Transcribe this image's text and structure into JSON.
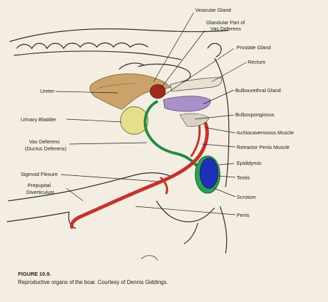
{
  "labels": {
    "vesicular_gland": "Vesicular Gland",
    "glandular_part_1": "Glandular Part of",
    "glandular_part_2": "Vas Deferens",
    "prostate_gland": "Prostate Gland",
    "rectum": "Rectum",
    "ureter": "Ureter",
    "bulbourethral_gland": "Bulbourethral Gland",
    "urinary_bladder": "Urinary Bladder",
    "bulbospongiosus": "Bulbospongiosus",
    "ischiocavernosus": "Ischiocavernosus Muscle",
    "vas_deferens_1": "Vas Deferens",
    "vas_deferens_2": "(Ductus Deferens)",
    "retractor_penis": "Retractor Penis Muscle",
    "epididymis": "Epididymis",
    "sigmoid_flexure": "Sigmoid Flexure",
    "testis": "Testis",
    "preputial_1": "Prepupital",
    "preputial_2": "Diverticulum",
    "scrotum": "Scrotum",
    "penis": "Penis"
  },
  "caption": {
    "figure_number": "FIGURE 10.9.",
    "text": "Reproductive organs of the boar. Courtesy of Dennis Giddings."
  },
  "colors": {
    "paper": "#f4eee2",
    "ink": "#1a1a1a",
    "vesicular_gland": "#c9a36a",
    "prostate": "#a4281e",
    "urinary_bladder": "#e6df8a",
    "vas_deferens": "#1f8c3e",
    "testis": "#1f2fb8",
    "penis": "#c8302a",
    "bulbourethral": "#a890c8"
  }
}
